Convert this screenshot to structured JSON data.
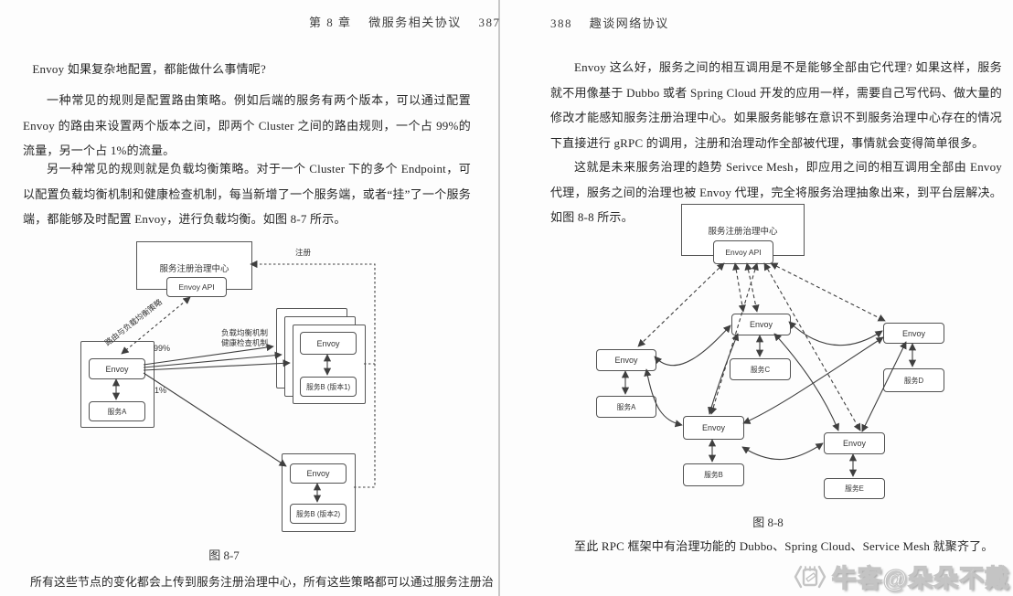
{
  "left_page": {
    "header": {
      "chapter": "第 8 章",
      "title": "微服务相关协议",
      "page_number": "387"
    },
    "paragraphs": [
      "Envoy 如果复杂地配置，都能做什么事情呢?",
      "一种常见的规则是配置路由策略。例如后端的服务有两个版本，可以通过配置 Envoy 的路由来设置两个版本之间，即两个 Cluster 之间的路由规则，一个占 99%的流量，另一个占 1%的流量。",
      "另一种常见的规则就是负载均衡策略。对于一个 Cluster 下的多个 Endpoint，可以配置负载均衡机制和健康检查机制，每当新增了一个服务端，或者“挂”了一个服务端，都能够及时配置 Envoy，进行负载均衡。如图 8-7 所示。",
      "所有这些节点的变化都会上传到服务注册治理中心，所有这些策略都可以通过服务注册治"
    ],
    "figure7": {
      "caption": "图 8-7",
      "registry": "服务注册治理中心",
      "envoy_api": "Envoy API",
      "register_label": "注册",
      "route_policy_label": "路由与负载均衡策略",
      "lb_line1": "负载均衡机制",
      "lb_line2": "健康检查机制",
      "pct_99": "99%",
      "pct_1": "1%",
      "envoy": "Envoy",
      "service_a": "服务A",
      "service_b_v1": "服务B (版本1)",
      "service_b_v2": "服务B (版本2)"
    }
  },
  "right_page": {
    "header": {
      "page_number": "388",
      "title": "趣谈网络协议"
    },
    "paragraphs": [
      "Envoy 这么好，服务之间的相互调用是不是能够全部由它代理? 如果这样，服务就不用像基于 Dubbo 或者 Spring Cloud 开发的应用一样，需要自己写代码、做大量的修改才能感知服务注册治理中心。如果服务能够在意识不到服务治理中心存在的情况下直接进行 gRPC 的调用，注册和治理动作全部被代理，事情就会变得简单很多。",
      "这就是未来服务治理的趋势 Serivce Mesh，即应用之间的相互调用全部由 Envoy 代理，服务之间的治理也被 Envoy 代理，完全将服务治理抽象出来，到平台层解决。如图 8-8 所示。",
      "至此 RPC 框架中有治理功能的 Dubbo、Spring Cloud、Service Mesh 就聚齐了。"
    ],
    "figure8": {
      "caption": "图 8-8",
      "registry": "服务注册治理中心",
      "envoy_api": "Envoy API",
      "envoy": "Envoy",
      "service_a": "服务A",
      "service_b": "服务B",
      "service_c": "服务C",
      "service_d": "服务D",
      "service_e": "服务E"
    }
  },
  "watermark": {
    "text": "牛客@朵朵不戴",
    "icon": "notepad-pencil-logo"
  },
  "colors": {
    "ink": "#2a2a2a",
    "diagram_line": "#3f3f3f",
    "divider": "#c8c8c8",
    "watermark_gray": "#c4c4c4"
  }
}
